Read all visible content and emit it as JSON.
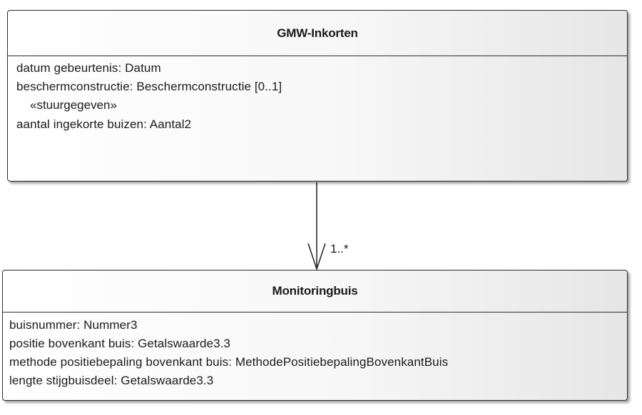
{
  "classes": {
    "gmw_inkorten": {
      "name": "GMW-Inkorten",
      "attributes_before_stereotype": [
        "datum gebeurtenis: Datum",
        "beschermconstructie: Beschermconstructie [0..1]"
      ],
      "stereotype": "«stuurgegeven»",
      "attributes_after_stereotype": [
        "aantal ingekorte buizen: Aantal2"
      ]
    },
    "monitoringbuis": {
      "name": "Monitoringbuis",
      "attributes": [
        "buisnummer: Nummer3",
        "positie bovenkant buis: Getalswaarde3.3",
        "methode positiebepaling bovenkant buis: MethodePositiebepalingBovenkantBuis",
        "lengte stijgbuisdeel: Getalswaarde3.3"
      ]
    }
  },
  "association": {
    "multiplicity": "1..*",
    "navigable_end": "monitoringbuis"
  }
}
